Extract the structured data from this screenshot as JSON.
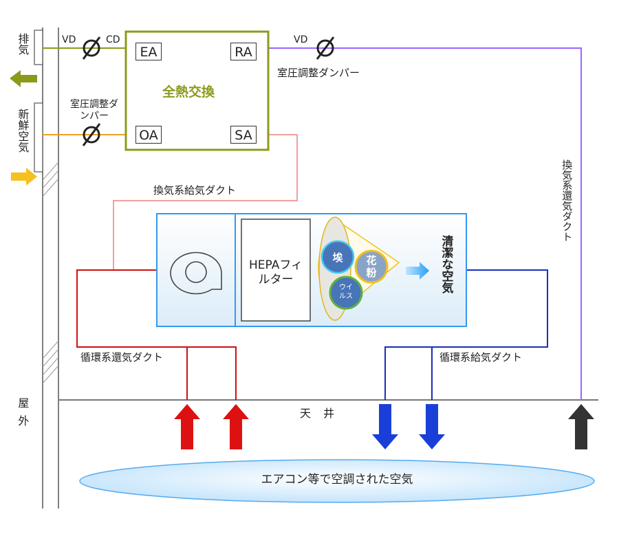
{
  "outside": {
    "exhaust_label": "排気",
    "fresh_air_label": "新鮮空気",
    "outdoor_label": "屋外"
  },
  "exchanger": {
    "title": "全熱交換",
    "ports": {
      "ea": "EA",
      "ra": "RA",
      "oa": "OA",
      "sa": "SA"
    }
  },
  "dampers": {
    "vd_left": "VD",
    "cd": "CD",
    "vd_right": "VD",
    "pressure_damper_right": "室圧調整ダンパー",
    "pressure_damper_left": "室圧調整ダンパー"
  },
  "ducts": {
    "supply_ventilation": "換気系給気ダクト",
    "return_ventilation": "換気系還気ダクト",
    "return_circulation": "循環系還気ダクト",
    "supply_circulation": "循環系給気ダクト"
  },
  "unit": {
    "hepa_label": "HEPAフィルター",
    "clean_air_label": "清潔な空気",
    "particles": {
      "dust": "埃",
      "pollen": "花粉",
      "virus": "ウイルス"
    }
  },
  "room": {
    "ceiling_label": "天井",
    "conditioned_air_label": "エアコン等で空調された空気"
  },
  "colors": {
    "exhaust": "#7d8c12",
    "fresh_air": "#f0a020",
    "supply_vent": "#f0a0a0",
    "return_vent": "#9966ff",
    "return_circ": "#cc1111",
    "supply_circ": "#1a2db8",
    "unit_border": "#3399ee",
    "exchanger_border": "#8c9a1c"
  }
}
